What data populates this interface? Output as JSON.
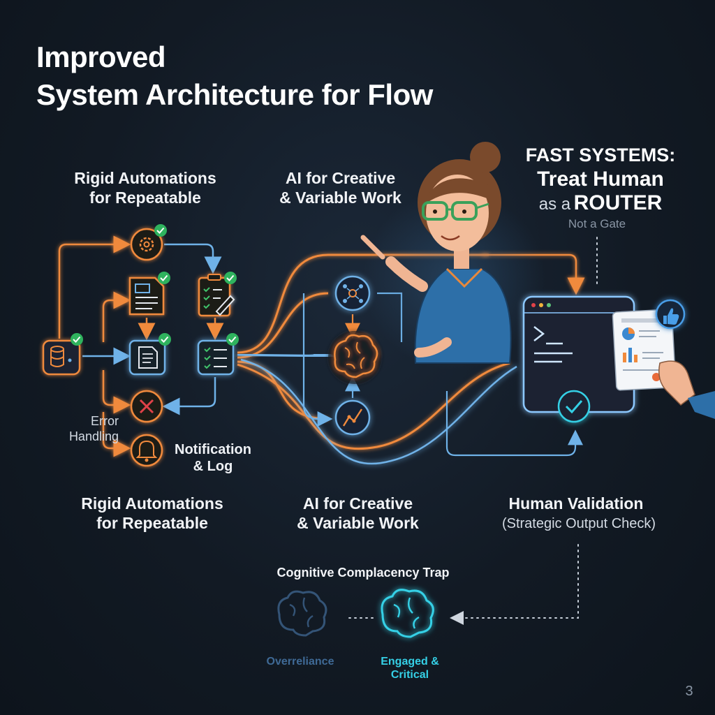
{
  "title": {
    "line1": "Improved",
    "line2": "System Architecture for Flow"
  },
  "labels": {
    "rigid_top": "Rigid Automations\nfor Repeatable",
    "ai_top": "AI for Creative\n& Variable Work",
    "fast_line1": "FAST SYSTEMS:",
    "fast_line2": "Treat Human",
    "fast_line3_prefix": "as a",
    "fast_line3_strong": "ROUTER",
    "not_gate": "Not a Gate",
    "error_handling": "Error\nHandling",
    "notification": "Notification\n& Log",
    "rigid_bottom": "Rigid Automations\nfor Repeatable",
    "ai_bottom": "AI for Creative\n& Variable Work",
    "human_validation": "Human Validation",
    "human_validation_sub": "(Strategic Output Check)",
    "complacency_title": "Cognitive Complacency Trap",
    "overreliance": "Overreliance",
    "engaged": "Engaged &\nCritical",
    "page_number": "3"
  },
  "icons": {
    "database": "database-icon",
    "gear": "gear-icon",
    "document": "document-icon",
    "clipboard": "clipboard-icon",
    "checklist": "checklist-icon",
    "error": "error-x-icon",
    "bell": "bell-icon",
    "network": "network-nodes-icon",
    "brain": "brain-icon",
    "chart": "trend-chart-icon",
    "terminal": "terminal-window-icon",
    "report": "report-icon",
    "thumbs_up": "thumbs-up-icon"
  },
  "colors": {
    "orange": "#f08a3c",
    "blue": "#6fb2e8",
    "cyan": "#35d0e6",
    "green": "#3fc36b",
    "red": "#e0424a",
    "background": "#121a24"
  }
}
